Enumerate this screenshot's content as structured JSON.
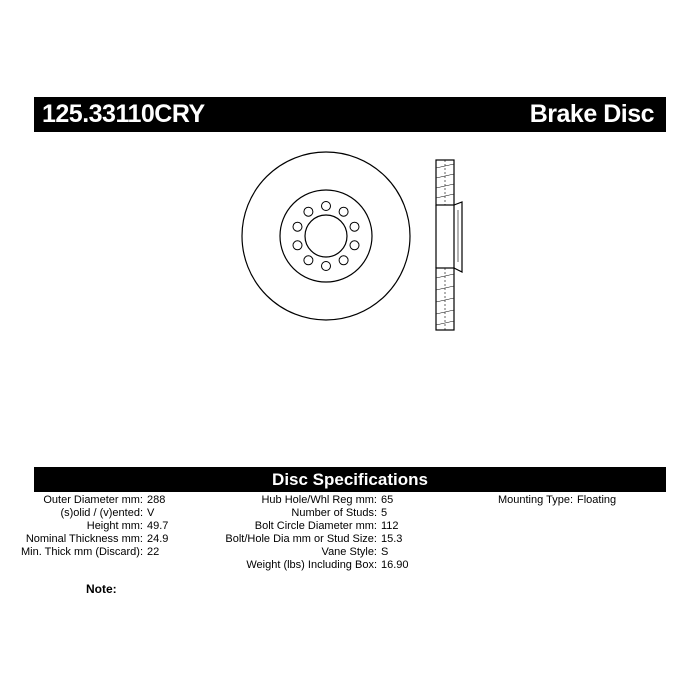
{
  "header": {
    "part_number": "125.33110CRY",
    "product_type": "Brake Disc"
  },
  "specs_title": "Disc Specifications",
  "specs": {
    "column1": [
      {
        "label": "Outer Diameter mm:",
        "value": "288"
      },
      {
        "label": "(s)olid / (v)ented:",
        "value": "V"
      },
      {
        "label": "Height mm:",
        "value": "49.7"
      },
      {
        "label": "Nominal Thickness mm:",
        "value": "24.9"
      },
      {
        "label": "Min. Thick mm (Discard):",
        "value": "22"
      }
    ],
    "column2": [
      {
        "label": "Hub Hole/Whl Reg mm:",
        "value": "65"
      },
      {
        "label": "Number of Studs:",
        "value": "5"
      },
      {
        "label": "Bolt Circle Diameter mm:",
        "value": "112"
      },
      {
        "label": "Bolt/Hole Dia mm or Stud Size:",
        "value": "15.3"
      },
      {
        "label": "Vane Style:",
        "value": "S"
      },
      {
        "label": "Weight (lbs) Including Box:",
        "value": "16.90"
      }
    ],
    "column3": [
      {
        "label": "Mounting Type:",
        "value": "Floating"
      }
    ]
  },
  "note_label": "Note:"
}
